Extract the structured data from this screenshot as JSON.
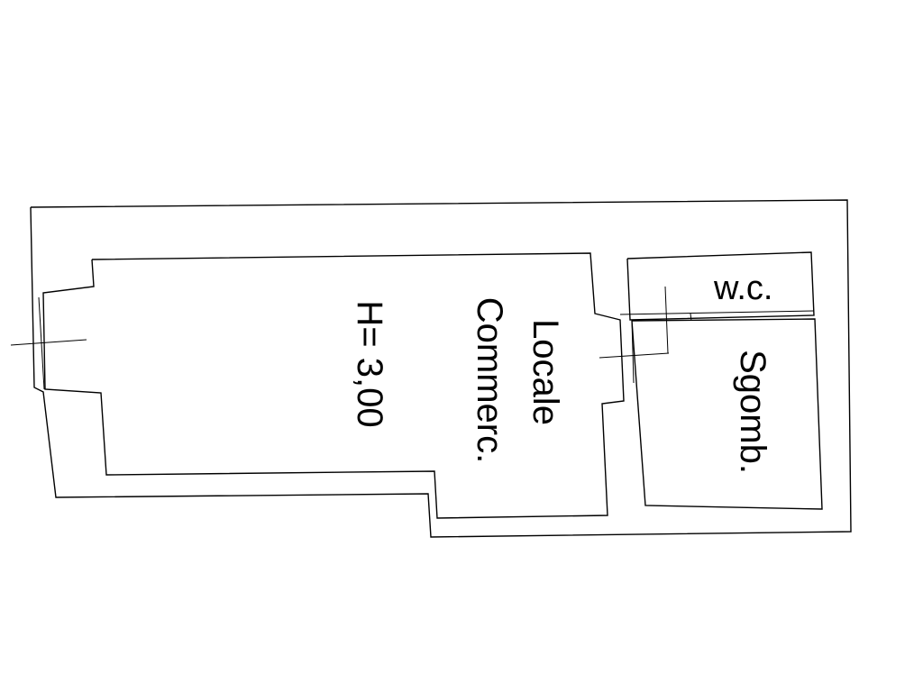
{
  "plan": {
    "rooms": [
      {
        "id": "locale",
        "label_line1": "Locale",
        "label_line2": "Commerc."
      },
      {
        "id": "wc",
        "label": "w.c."
      },
      {
        "id": "sgomb",
        "label": "Sgomb."
      }
    ],
    "height_label": "H= 3,00"
  }
}
